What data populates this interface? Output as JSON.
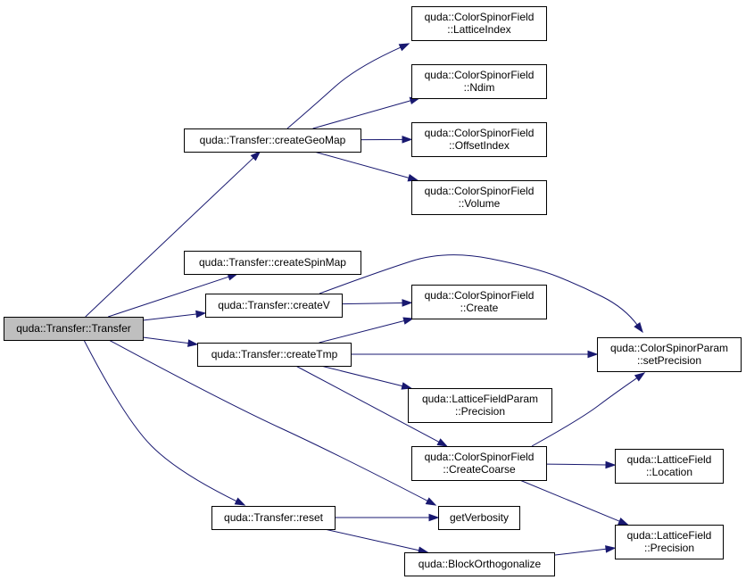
{
  "graph": {
    "nodes": [
      {
        "id": "transfer",
        "lines": [
          "quda::Transfer::Transfer"
        ],
        "root": true
      },
      {
        "id": "createGeoMap",
        "lines": [
          "quda::Transfer::createGeoMap"
        ]
      },
      {
        "id": "latticeIndex",
        "lines": [
          "quda::ColorSpinorField",
          "::LatticeIndex"
        ]
      },
      {
        "id": "ndim",
        "lines": [
          "quda::ColorSpinorField",
          "::Ndim"
        ]
      },
      {
        "id": "offsetIndex",
        "lines": [
          "quda::ColorSpinorField",
          "::OffsetIndex"
        ]
      },
      {
        "id": "volume",
        "lines": [
          "quda::ColorSpinorField",
          "::Volume"
        ]
      },
      {
        "id": "createSpinMap",
        "lines": [
          "quda::Transfer::createSpinMap"
        ]
      },
      {
        "id": "createV",
        "lines": [
          "quda::Transfer::createV"
        ]
      },
      {
        "id": "create",
        "lines": [
          "quda::ColorSpinorField",
          "::Create"
        ]
      },
      {
        "id": "createTmp",
        "lines": [
          "quda::Transfer::createTmp"
        ]
      },
      {
        "id": "setPrecision",
        "lines": [
          "quda::ColorSpinorParam",
          "::setPrecision"
        ]
      },
      {
        "id": "lfpPrecision",
        "lines": [
          "quda::LatticeFieldParam",
          "::Precision"
        ]
      },
      {
        "id": "createCoarse",
        "lines": [
          "quda::ColorSpinorField",
          "::CreateCoarse"
        ]
      },
      {
        "id": "location",
        "lines": [
          "quda::LatticeField",
          "::Location"
        ]
      },
      {
        "id": "lfPrecision",
        "lines": [
          "quda::LatticeField",
          "::Precision"
        ]
      },
      {
        "id": "reset",
        "lines": [
          "quda::Transfer::reset"
        ]
      },
      {
        "id": "getVerbosity",
        "lines": [
          "getVerbosity"
        ]
      },
      {
        "id": "blockOrtho",
        "lines": [
          "quda::BlockOrthogonalize"
        ]
      }
    ],
    "edges": [
      {
        "from": "transfer",
        "to": "createGeoMap"
      },
      {
        "from": "transfer",
        "to": "createSpinMap"
      },
      {
        "from": "transfer",
        "to": "createV"
      },
      {
        "from": "transfer",
        "to": "createTmp"
      },
      {
        "from": "transfer",
        "to": "getVerbosity"
      },
      {
        "from": "transfer",
        "to": "reset"
      },
      {
        "from": "createGeoMap",
        "to": "latticeIndex"
      },
      {
        "from": "createGeoMap",
        "to": "ndim"
      },
      {
        "from": "createGeoMap",
        "to": "offsetIndex"
      },
      {
        "from": "createGeoMap",
        "to": "volume"
      },
      {
        "from": "createV",
        "to": "create"
      },
      {
        "from": "createV",
        "to": "setPrecision"
      },
      {
        "from": "createTmp",
        "to": "create"
      },
      {
        "from": "createTmp",
        "to": "setPrecision"
      },
      {
        "from": "createTmp",
        "to": "lfpPrecision"
      },
      {
        "from": "createTmp",
        "to": "createCoarse"
      },
      {
        "from": "createCoarse",
        "to": "setPrecision"
      },
      {
        "from": "createCoarse",
        "to": "location"
      },
      {
        "from": "createCoarse",
        "to": "lfPrecision"
      },
      {
        "from": "reset",
        "to": "getVerbosity"
      },
      {
        "from": "reset",
        "to": "blockOrtho"
      },
      {
        "from": "blockOrtho",
        "to": "lfPrecision"
      }
    ]
  },
  "colors": {
    "edge": "#191970",
    "root_fill": "#bfbfbf",
    "node_fill": "#ffffff",
    "node_stroke": "#000000"
  }
}
